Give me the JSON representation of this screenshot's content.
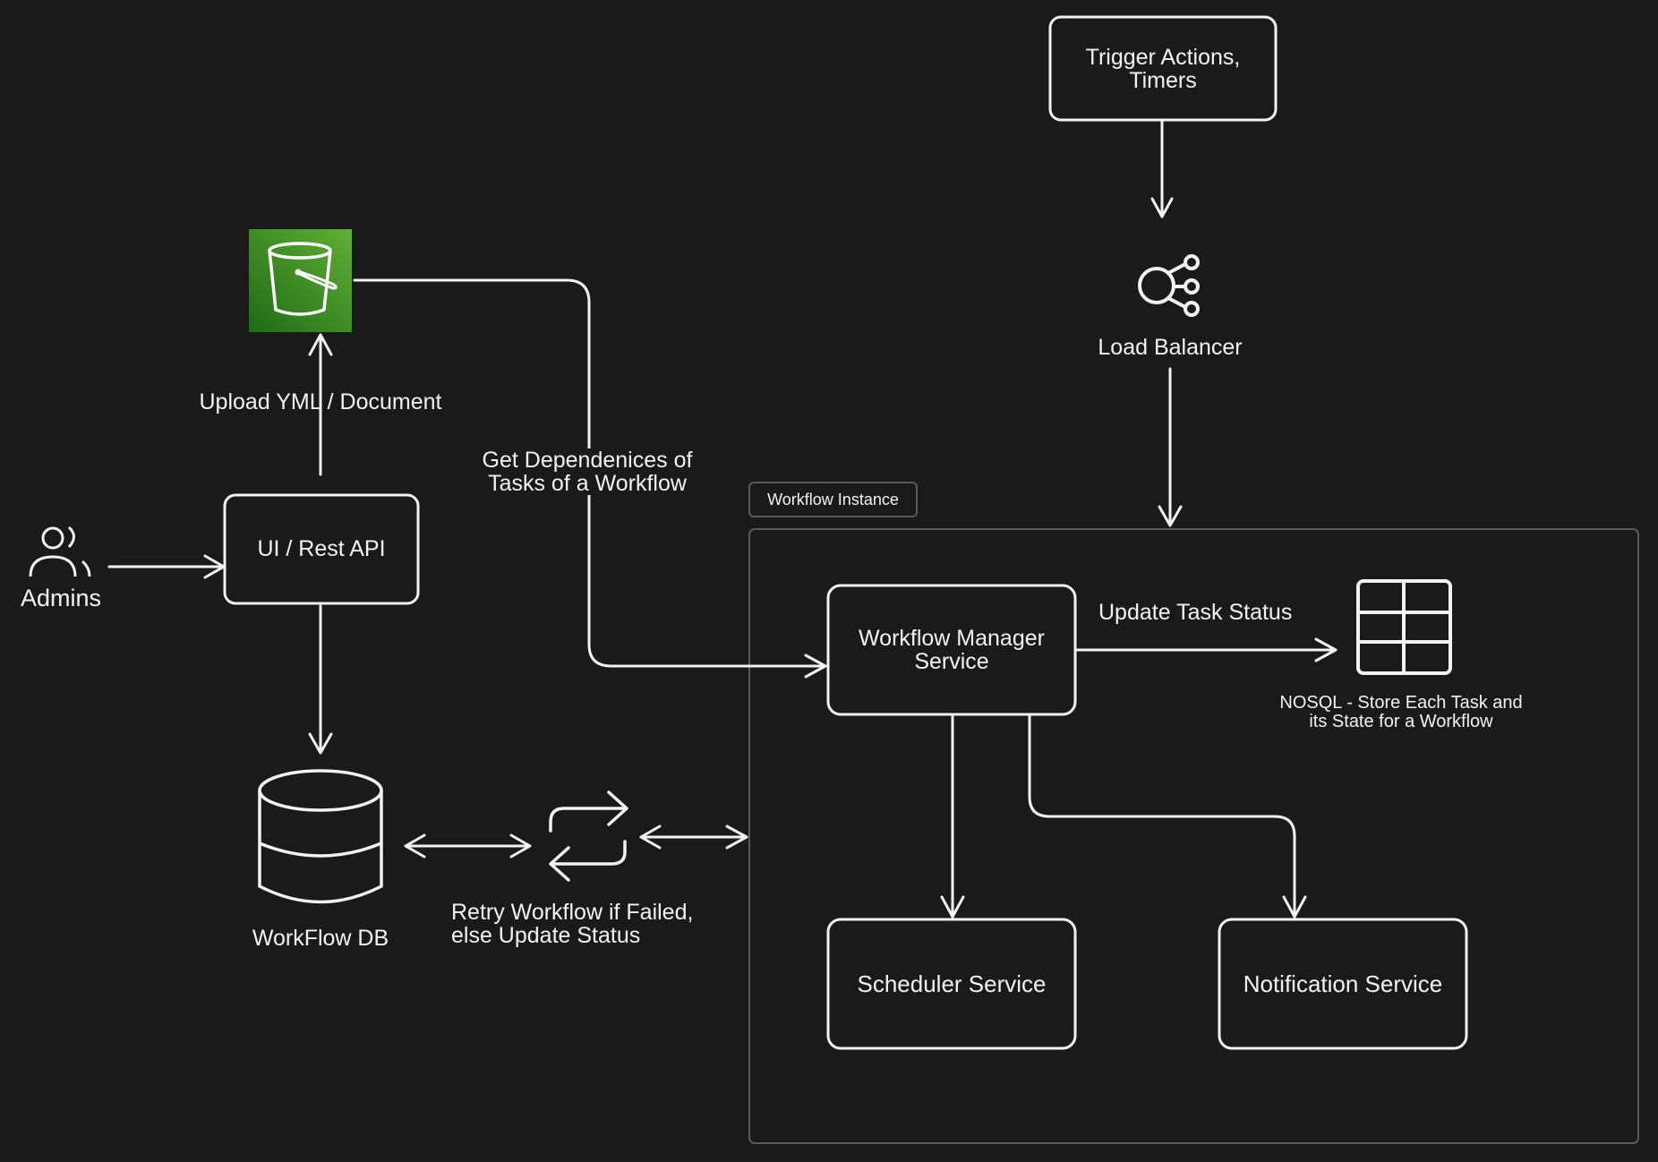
{
  "colors": {
    "background": "#1a1a1a",
    "stroke": "#f2f2f2",
    "group_border": "#5a5a5a",
    "bucket_green_light": "#60b036",
    "bucket_green_dark": "#1e6b14"
  },
  "nodes": {
    "trigger": {
      "line1": "Trigger Actions,",
      "line2": "Timers"
    },
    "load_balancer": {
      "label": "Load Balancer",
      "icon": "load-balancer-icon"
    },
    "bucket": {
      "icon": "s3-bucket-icon"
    },
    "upload_label": "Upload YML / Document",
    "ui_api": {
      "label": "UI / Rest API"
    },
    "admins": {
      "label": "Admins",
      "icon": "users-icon"
    },
    "dependencies": {
      "line1": "Get Dependenices of",
      "line2": "Tasks of a Workflow"
    },
    "workflow_instance": {
      "label": "Workflow Instance"
    },
    "manager": {
      "line1": "Workflow Manager",
      "line2": "Service"
    },
    "update_status": "Update Task Status",
    "nosql": {
      "line1": "NOSQL - Store Each Task and",
      "line2": "its State for a Workflow",
      "icon": "table-icon"
    },
    "workflow_db": {
      "label": "WorkFlow DB",
      "icon": "database-icon"
    },
    "retry": {
      "line1": "Retry Workflow if Failed,",
      "line2": "else Update Status",
      "icon": "retry-icon"
    },
    "scheduler": {
      "label": "Scheduler Service"
    },
    "notification": {
      "label": "Notification Service"
    }
  }
}
